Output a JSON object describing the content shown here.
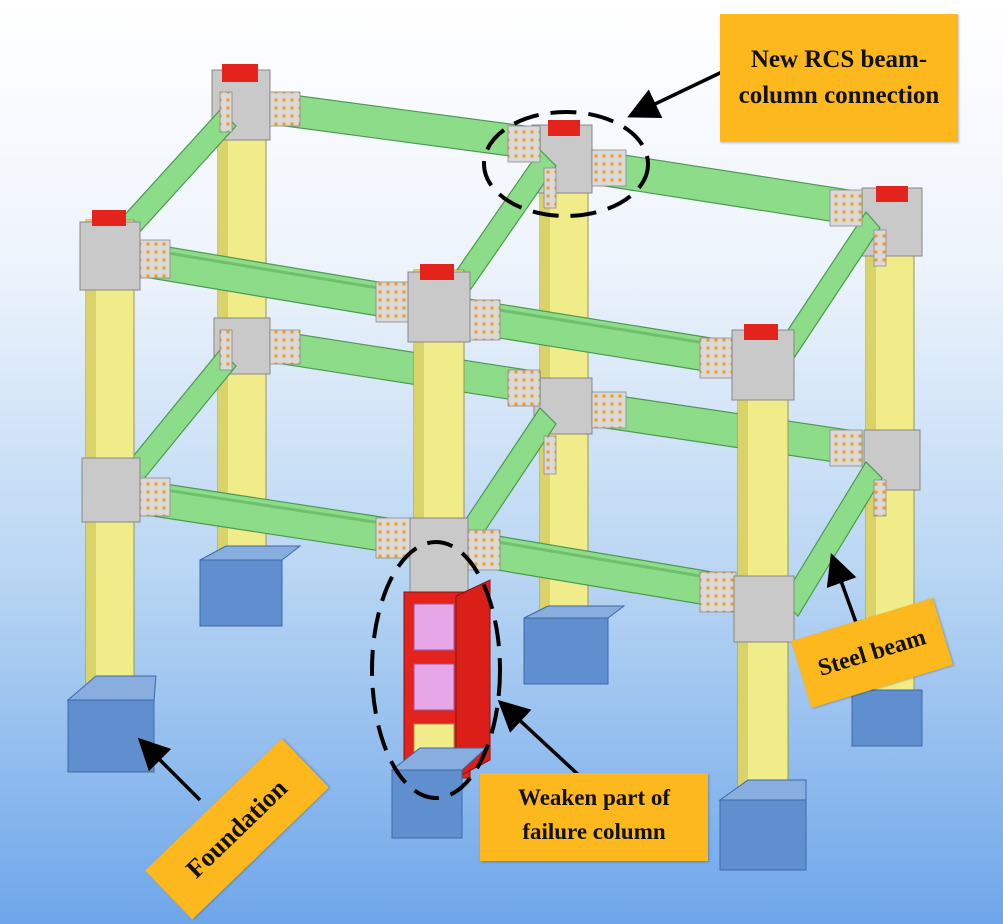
{
  "labels": {
    "rcs_connection": {
      "line1": "New RCS beam-",
      "line2": "column connection"
    },
    "weaken_part": {
      "line1": "Weaken part of",
      "line2": "failure column"
    },
    "steel_beam": "Steel beam",
    "foundation": "Foundation"
  },
  "colors": {
    "background_top": "#ffffff",
    "background_bottom": "#6ea6ea",
    "column": "#f1ec8a",
    "joint": "#c9c9c9",
    "steel_beam": "#8ddc8a",
    "foundation": "#5f8fcf",
    "column_cap": "#e3231c",
    "weakened_column": "#e3231c",
    "weakened_panel": "#e7a6e7",
    "bolts": "#f0a030",
    "label_background": "#fcb81c"
  },
  "icons": [
    "arrow-icon",
    "dashed-ellipse-icon"
  ]
}
